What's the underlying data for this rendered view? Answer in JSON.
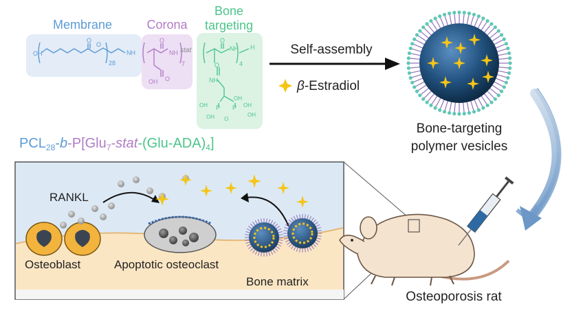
{
  "polymer": {
    "membrane_label": "Membrane",
    "corona_label": "Corona",
    "bone_label_line1": "Bone",
    "bone_label_line2": "targeting",
    "oh": "OH",
    "o": "O",
    "n28": "28",
    "nh": "NH",
    "n7": "7",
    "stat": "stat",
    "n4": "4",
    "h": "H",
    "po_oh": "OH",
    "p": "P",
    "o_label": "O",
    "name_parts": [
      "PCL",
      "28",
      "-",
      "b",
      "-P[Glu",
      "7",
      "-",
      "stat",
      "-(Glu-ADA)",
      "4",
      "]"
    ]
  },
  "process": {
    "arrow_label": "Self-assembly",
    "drug_label_prefix": "β",
    "drug_label_rest": "-Estradiol"
  },
  "vesicle": {
    "caption_line1": "Bone-targeting",
    "caption_line2": "polymer vesicles"
  },
  "bone_panel": {
    "rankl_label": "RANKL",
    "osteoblast_label": "Osteoblast",
    "osteoclast_label": "Apoptotic osteoclast",
    "matrix_label": "Bone matrix"
  },
  "rat": {
    "label": "Osteoporosis rat"
  },
  "colors": {
    "membrane": "#5b9bd5",
    "corona": "#b07cc6",
    "bone": "#4cc48a",
    "star": "#f5c518",
    "vesicle_core": "#1d4a73",
    "panel_bg": "#dce9f5",
    "bone_matrix": "#fbe6c4",
    "osteoblast": "#f2b43c",
    "rat_body": "#f4e3cf"
  }
}
